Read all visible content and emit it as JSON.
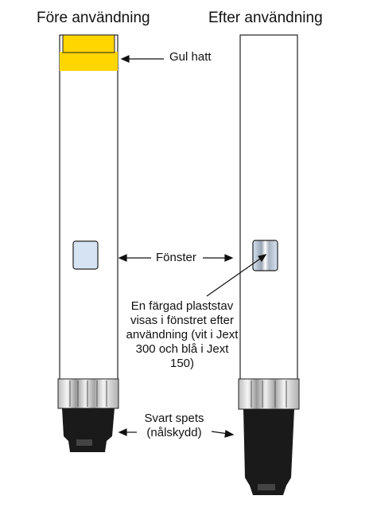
{
  "titles": {
    "before": "Före användning",
    "after": "Efter användning"
  },
  "labels": {
    "cap": "Gul hatt",
    "window": "Fönster",
    "rod": "En färgad plaststav visas i fönstret efter användning (vit i Jext 300 och blå i Jext 150)",
    "tip": "Svart spets (nålskydd)"
  },
  "colors": {
    "cap_yellow": "#FFD600",
    "window_blue": "#D6E3F3",
    "tip_black": "#1a1a1a",
    "outline": "#222222"
  }
}
